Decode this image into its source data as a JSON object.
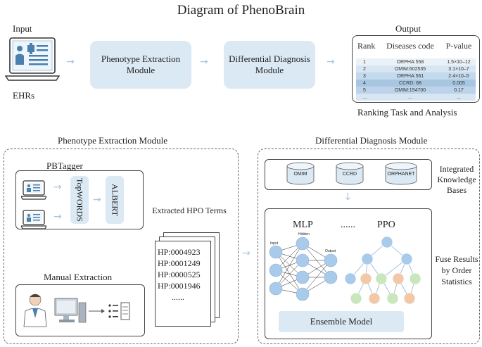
{
  "title": "Diagram of PhenoBrain",
  "top": {
    "input_label": "Input",
    "ehr_label": "EHRs",
    "phenotype_module": "Phenotype Extraction Module",
    "differential_module": "Differential Diagnosis Module",
    "output_label": "Output",
    "ranking_label": "Ranking Task and Analysis"
  },
  "output_table": {
    "headers": [
      "Rank",
      "Diseases code",
      "P-value"
    ],
    "rows": [
      [
        "1",
        "ORPHA:558",
        "1.5×10–12"
      ],
      [
        "2",
        "OMIM:602535",
        "3.1×10–7"
      ],
      [
        "3",
        "ORPHA:561",
        "2.4×10–5"
      ],
      [
        "4",
        "CCRD: 68",
        "0.005"
      ],
      [
        "5",
        "OMIM:154700",
        "0.17"
      ],
      [
        "...",
        "...",
        "..."
      ]
    ],
    "colors": [
      "#eaf2f8",
      "#d7e6f2",
      "#c3d9ec",
      "#a9c6e0",
      "#bcd3ea",
      "#d7e6f2"
    ]
  },
  "left_panel": {
    "heading": "Phenotype  Extraction Module",
    "pbtagger": "PBTagger",
    "topwords": "TopWORDS",
    "albert": "ALBERT",
    "manual": "Manual Extraction",
    "hpo_title": "Extracted HPO Terms",
    "hpo_terms": [
      "HP:0004923",
      "HP:0001249",
      "HP:0000525",
      "HP:0001946",
      "......"
    ]
  },
  "right_panel": {
    "heading": "Differential Diagnosis Module",
    "kb": [
      "OMIM",
      "CCRD",
      "ORPHANET"
    ],
    "kb_label": "Integrated Knowledge Bases",
    "mlp": "MLP",
    "dots": "......",
    "ppo": "PPO",
    "input_layer": "Input",
    "hidden_layer": "Hidden",
    "output_layer": "Output",
    "ensemble": "Ensemble Model",
    "fuse_label": "Fuse Results by Order Statistics"
  },
  "colors": {
    "module_fill": "#dbe9f4",
    "arrow": "#a9c4dc",
    "node_blue": "#a9cbeb",
    "node_orange": "#f2c9a8",
    "node_green": "#c9e6bd"
  }
}
